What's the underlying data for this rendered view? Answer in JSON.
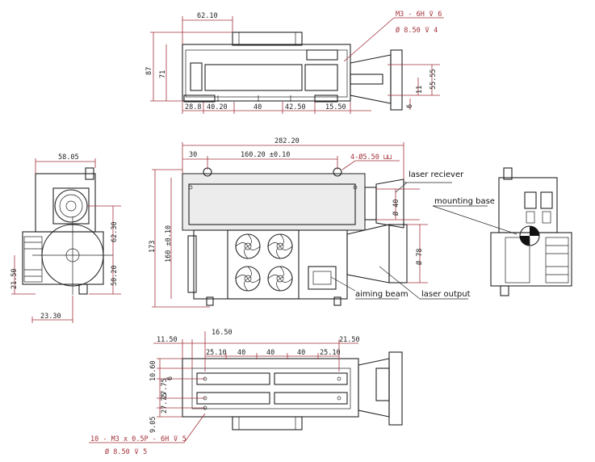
{
  "top_view": {
    "dims": {
      "d1": "62.10",
      "d2": "87",
      "d3": "71",
      "d4": "11",
      "d5": "55.55",
      "d6": "6",
      "b1": "28.8",
      "b2": "40.20",
      "b3": "40",
      "b4": "42.50",
      "b5": "15.50"
    },
    "note_line1": "M3 - 6H ⊽ 6",
    "note_line2": "Ø 8.50 ⊽ 4"
  },
  "front_view": {
    "dims": {
      "total": "282.20",
      "left": "30",
      "span": "160.20 ±0.10",
      "holes": "4-Ø5.50 ⊔⊔",
      "height": "173",
      "inner_height": "160 ±0.10",
      "d40": "Ø 40",
      "d78": "Ø 78"
    },
    "labels": {
      "laser_receiver": "laser reciever",
      "mounting_base": "mounting base",
      "aiming_beam": "aiming beam",
      "laser_output": "laser output"
    }
  },
  "left_view": {
    "dims": {
      "top": "58.05",
      "d1": "62.30",
      "d2": "50.20",
      "d3": "21.50",
      "d4": "23.30"
    }
  },
  "bottom_view": {
    "dims": {
      "a1": "11.50",
      "a2": "16.50",
      "a3": "21.50",
      "b1": "25.10",
      "b2": "40",
      "b3": "40",
      "b4": "40",
      "b5": "25.10",
      "v1": "10.60",
      "v2": "6",
      "v3": "27.75",
      "v4": "27.75",
      "v5": "9.05"
    },
    "note_line1": "10 - M3 x 0.5P - 6H ⊽ 5",
    "note_line2": "Ø 8.50 ⊽ 5"
  }
}
